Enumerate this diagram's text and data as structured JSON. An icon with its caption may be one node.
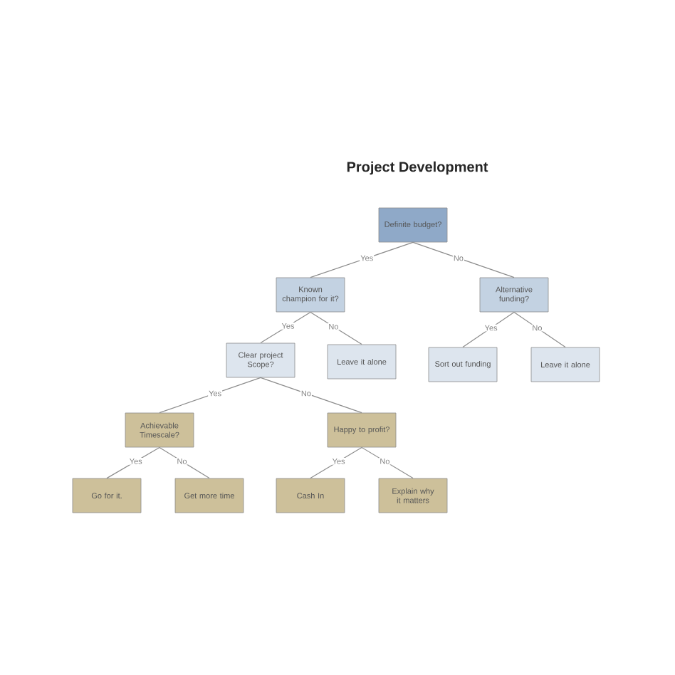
{
  "diagram": {
    "title": "Project Development",
    "nodes": [
      {
        "text": [
          "Definite budget?"
        ]
      },
      {
        "text": [
          "Known champion for it?"
        ]
      },
      {
        "text": [
          "Alternative funding?"
        ]
      },
      {
        "text": [
          "Clear project Scope?"
        ]
      },
      {
        "text": [
          "Leave it alone"
        ]
      },
      {
        "text": [
          "Sort out funding"
        ]
      },
      {
        "text": [
          "Leave it alone"
        ]
      },
      {
        "text": [
          "Achievable Timescale?"
        ]
      },
      {
        "text": [
          "Happy to profit?"
        ]
      },
      {
        "text": [
          "Go for it."
        ]
      },
      {
        "text": [
          "Get more time"
        ]
      },
      {
        "text": [
          "Cash In"
        ]
      },
      {
        "text": [
          "Explain why it matters"
        ]
      }
    ],
    "edges": [
      {
        "from": 0,
        "to": 1,
        "arrow": "none",
        "label": "Yes"
      },
      {
        "from": 0,
        "to": 2,
        "arrow": "none",
        "label": "No"
      },
      {
        "from": 1,
        "to": 3,
        "arrow": "none",
        "label": "Yes"
      },
      {
        "from": 1,
        "to": 4,
        "arrow": "none",
        "label": "No"
      },
      {
        "from": 2,
        "to": 5,
        "arrow": "none",
        "label": "Yes"
      },
      {
        "from": 2,
        "to": 6,
        "arrow": "none",
        "label": "No"
      },
      {
        "from": 3,
        "to": 7,
        "arrow": "none",
        "label": "Yes"
      },
      {
        "from": 3,
        "to": 8,
        "arrow": "none",
        "label": "No"
      },
      {
        "from": 7,
        "to": 9,
        "arrow": "none",
        "label": "Yes"
      },
      {
        "from": 7,
        "to": 10,
        "arrow": "none",
        "label": "No"
      },
      {
        "from": 8,
        "to": 11,
        "arrow": "none",
        "label": "Yes"
      },
      {
        "from": 8,
        "to": 12,
        "arrow": "none",
        "label": "No"
      }
    ]
  }
}
